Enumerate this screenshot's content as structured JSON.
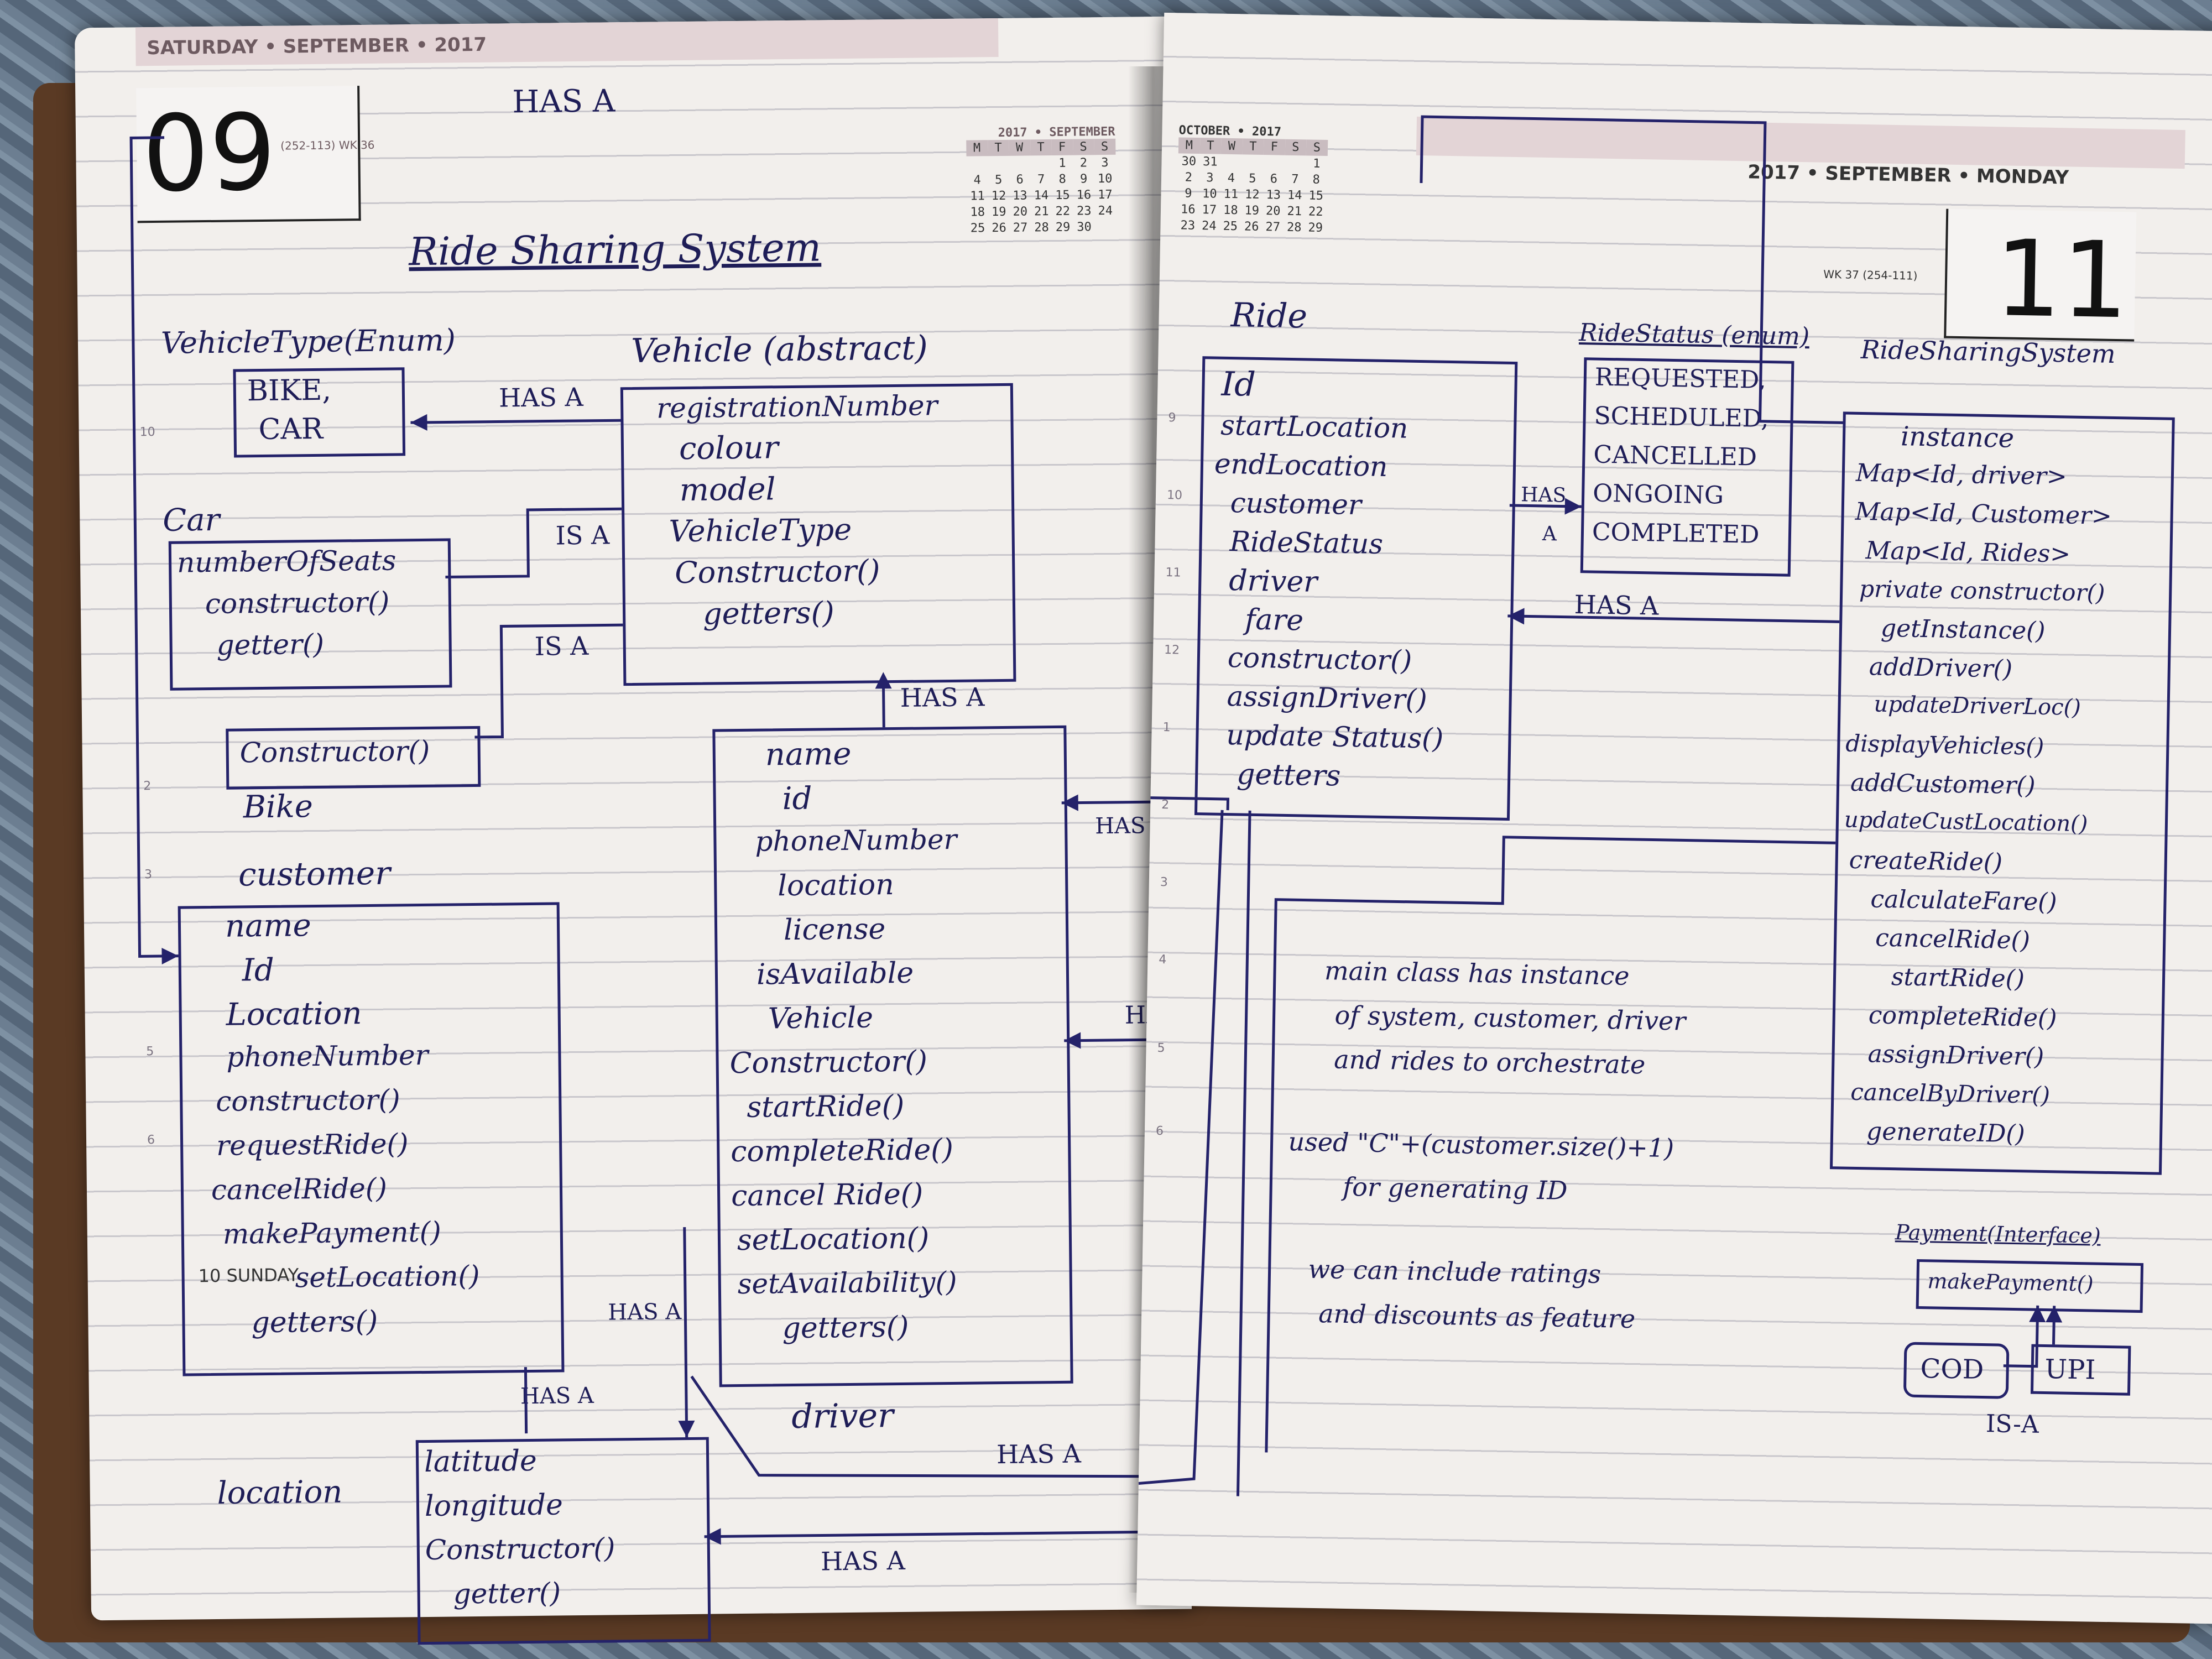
{
  "left_page": {
    "header": "SATURDAY • SEPTEMBER • 2017",
    "date_number": "09",
    "day_info": "(252-113) WK 36",
    "title": "Ride Sharing System",
    "top_note": "HAS A",
    "calendar": {
      "title": "2017 • SEPTEMBER",
      "weekdays": [
        "M",
        "T",
        "W",
        "T",
        "F",
        "S",
        "S"
      ],
      "rows": [
        [
          "",
          "",
          "",
          "",
          "1",
          "2",
          "3"
        ],
        [
          "4",
          "5",
          "6",
          "7",
          "8",
          "9",
          "10"
        ],
        [
          "11",
          "12",
          "13",
          "14",
          "15",
          "16",
          "17"
        ],
        [
          "18",
          "19",
          "20",
          "21",
          "22",
          "23",
          "24"
        ],
        [
          "25",
          "26",
          "27",
          "28",
          "29",
          "30",
          ""
        ]
      ]
    },
    "vehicle_type": {
      "label": "VehicleType(Enum)",
      "items": [
        "BIKE,",
        "CAR"
      ]
    },
    "vehicle": {
      "label": "Vehicle (abstract)",
      "fields": [
        "registrationNumber",
        "colour",
        "model",
        "VehicleType",
        "Constructor()",
        "getters()"
      ]
    },
    "car": {
      "label": "Car",
      "fields": [
        "numberOfSeats",
        "constructor()",
        "getter()"
      ]
    },
    "bike": {
      "label": "Bike",
      "fields": [
        "Constructor()"
      ]
    },
    "customer": {
      "label": "customer",
      "fields": [
        "name",
        "Id",
        "Location",
        "phoneNumber",
        "constructor()",
        "requestRide()",
        "cancelRide()",
        "makePayment()",
        "setLocation()",
        "getters()"
      ]
    },
    "driver": {
      "label": "driver",
      "fields": [
        "name",
        "id",
        "phoneNumber",
        "location",
        "license",
        "isAvailable",
        "Vehicle",
        "Constructor()",
        "startRide()",
        "completeRide()",
        "cancel Ride()",
        "setLocation()",
        "setAvailability()",
        "getters()"
      ]
    },
    "location": {
      "label": "location",
      "fields": [
        "latitude",
        "longitude",
        "Constructor()",
        "getter()"
      ]
    },
    "relations": {
      "has_a": "HAS A",
      "is_a": "IS A"
    },
    "sunday_label": "10 SUNDAY",
    "hours": [
      "10",
      "2",
      "3",
      "5",
      "6"
    ]
  },
  "right_page": {
    "header": "2017 • SEPTEMBER • MONDAY",
    "date_number": "11",
    "day_info": "WK 37 (254-111)",
    "calendar": {
      "title": "OCTOBER • 2017",
      "weekdays": [
        "M",
        "T",
        "W",
        "T",
        "F",
        "S",
        "S"
      ],
      "rows": [
        [
          "30",
          "31",
          "",
          "",
          "",
          "",
          "1"
        ],
        [
          "2",
          "3",
          "4",
          "5",
          "6",
          "7",
          "8"
        ],
        [
          "9",
          "10",
          "11",
          "12",
          "13",
          "14",
          "15"
        ],
        [
          "16",
          "17",
          "18",
          "19",
          "20",
          "21",
          "22"
        ],
        [
          "23",
          "24",
          "25",
          "26",
          "27",
          "28",
          "29"
        ]
      ]
    },
    "ride": {
      "label": "Ride",
      "fields": [
        "Id",
        "startLocation",
        "endLocation",
        "customer",
        "RideStatus",
        "driver",
        "fare",
        "constructor()",
        "assignDriver()",
        "update Status()",
        "getters"
      ]
    },
    "ride_status": {
      "label": "RideStatus (enum)",
      "items": [
        "REQUESTED,",
        "SCHEDULED,",
        "CANCELLED",
        "ONGOING",
        "COMPLETED"
      ]
    },
    "system": {
      "label": "RideSharingSystem",
      "fields": [
        "instance",
        "Map<Id, driver>",
        "Map<Id, Customer>",
        "Map<Id, Rides>",
        "private constructor()",
        "getInstance()",
        "addDriver()",
        "updateDriverLoc()",
        "displayVehicles()",
        "addCustomer()",
        "updateCustLocation()",
        "createRide()",
        "calculateFare()",
        "cancelRide()",
        "startRide()",
        "completeRide()",
        "assignDriver()",
        "cancelByDriver()",
        "generateID()"
      ]
    },
    "notes": [
      "main class has instance",
      "of system, customer, driver",
      "and rides to orchestrate",
      "used \"C\"+(customer.size()+1)",
      "for generating ID",
      "we can include ratings",
      "and discounts as feature"
    ],
    "payment": {
      "label": "Payment(Interface)",
      "method": "makePayment()",
      "impl_1": "COD",
      "impl_2": "UPI",
      "relation": "IS-A"
    },
    "relations": {
      "has_a": "HAS A",
      "has": "HAS",
      "a": "A"
    },
    "hours": [
      "9",
      "10",
      "11",
      "12",
      "1",
      "2",
      "3",
      "4",
      "5",
      "6"
    ]
  }
}
